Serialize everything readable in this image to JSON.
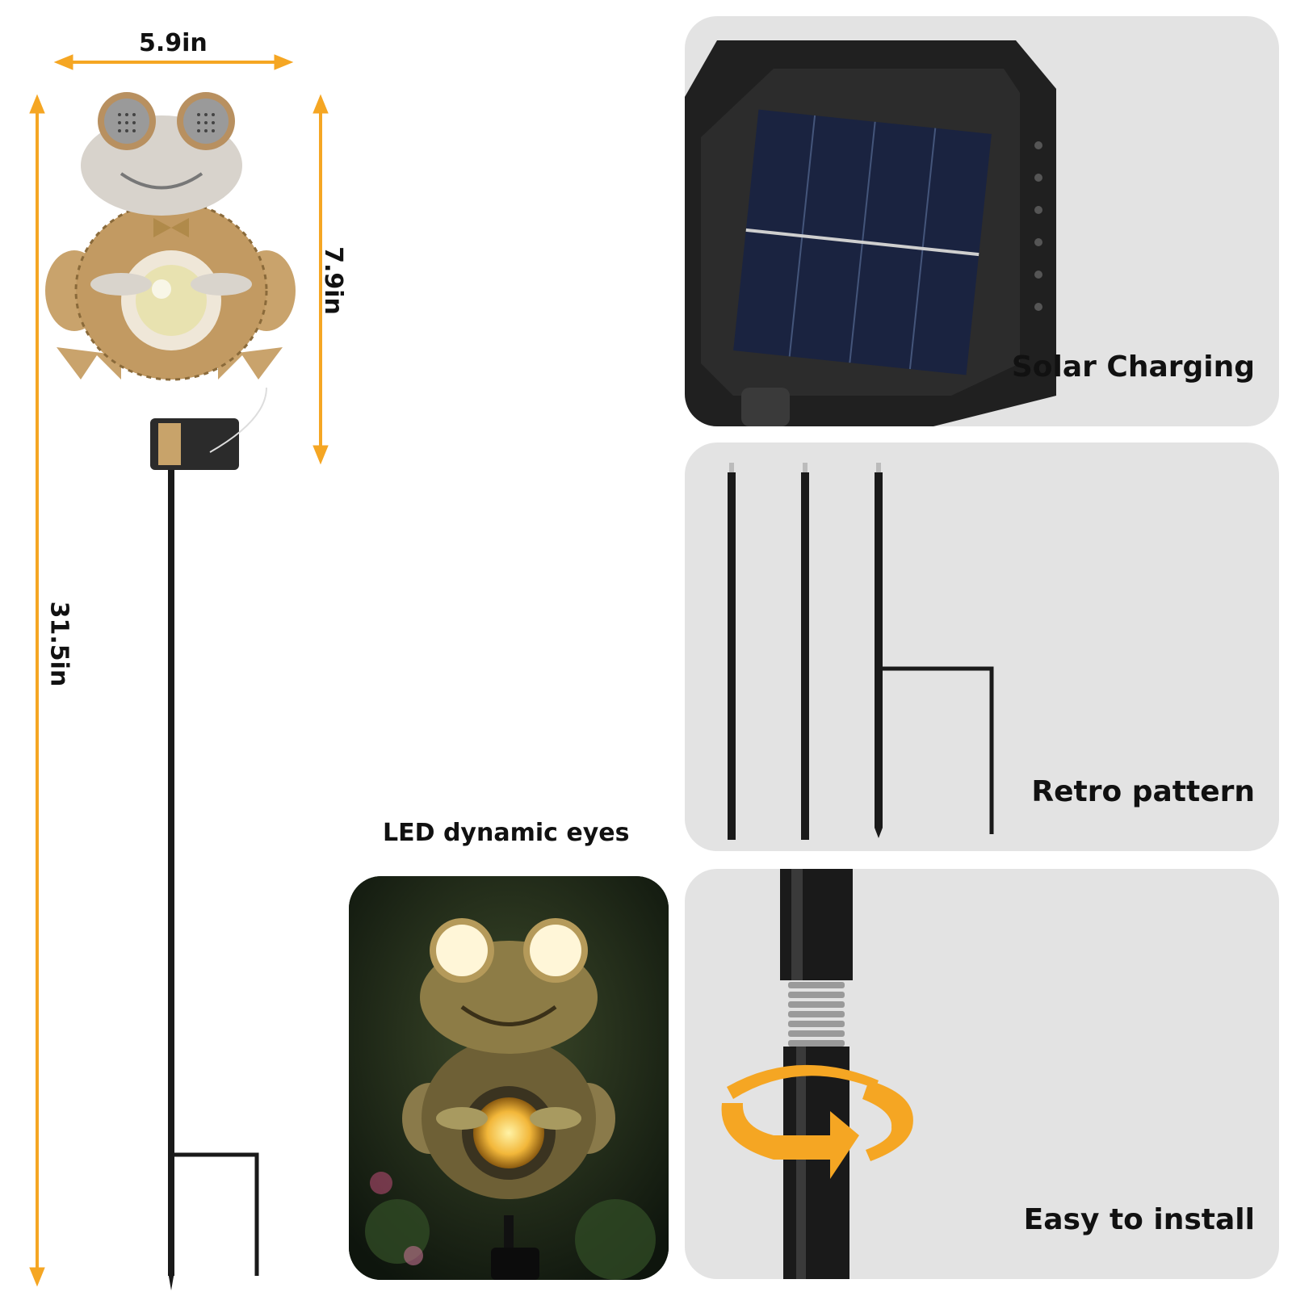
{
  "dimensions": {
    "width_label": "5.9in",
    "head_height_label": "7.9in",
    "total_height_label": "31.5in"
  },
  "features": [
    {
      "caption": "Solar Charging",
      "icon": "solar-panel-icon"
    },
    {
      "caption": "Retro pattern",
      "icon": "stake-poles-icon"
    },
    {
      "caption": "Easy to install",
      "icon": "rotate-arrow-icon"
    }
  ],
  "led": {
    "caption": "LED dynamic eyes"
  },
  "colors": {
    "arrow": "#F5A623",
    "panel_bg": "#E3E3E3",
    "text": "#111111",
    "night_bg": "#1c2a1a"
  }
}
